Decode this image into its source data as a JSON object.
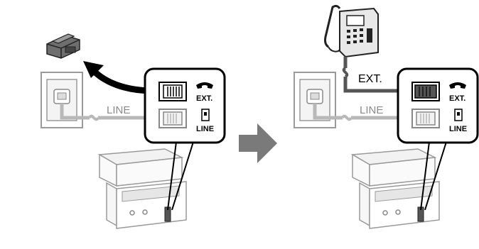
{
  "left_panel": {
    "line_label": "LINE",
    "port_ext_label": "EXT.",
    "port_line_label": "LINE"
  },
  "right_panel": {
    "ext_cable_label": "EXT.",
    "line_label": "LINE",
    "port_ext_label": "EXT.",
    "port_line_label": "LINE"
  },
  "colors": {
    "outline": "#1a1a1a",
    "light_gray": "#c8c8c8",
    "mid_gray": "#8c8c8c",
    "dark_gray": "#505050",
    "arrow_gray": "#7a7a7a",
    "black": "#000000"
  },
  "icons": [
    "cap-icon",
    "telephone-icon",
    "handset-icon",
    "next-step-arrow-icon"
  ]
}
